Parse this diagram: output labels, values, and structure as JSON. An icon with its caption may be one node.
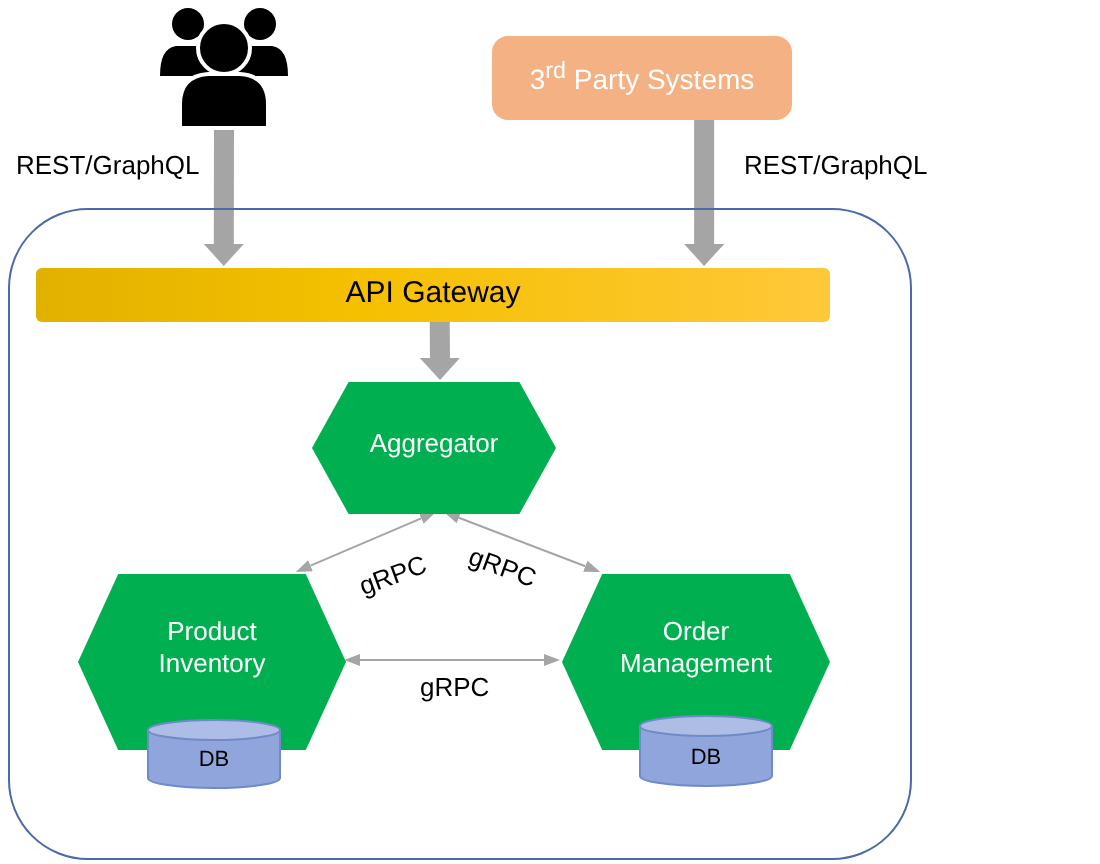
{
  "diagram": {
    "nodes": [
      {
        "text": [],
        "shape": "person"
      },
      {
        "text": [
          "3$^{rd}$ Party Systems"
        ]
      },
      {
        "text": [],
        "shape": "box"
      },
      {
        "text": [
          "API Gateway"
        ],
        "in": 2
      },
      {
        "text": [
          "Aggregator"
        ],
        "in": 2
      },
      {
        "text": [
          "Product Inventory"
        ],
        "in": 2
      },
      {
        "text": [
          "Order Management"
        ],
        "in": 2
      },
      {
        "text": [
          "DB"
        ],
        "in": 2
      },
      {
        "text": [
          "DB"
        ],
        "in": 2
      }
    ],
    "edges": [
      {
        "from": 0,
        "to": 3,
        "arrow": "to",
        "label": "REST/GraphQL",
        "style": "thick"
      },
      {
        "from": 1,
        "to": 3,
        "arrow": "to",
        "label": "REST/GraphQL",
        "style": "thick"
      },
      {
        "from": 3,
        "to": 4,
        "arrow": "to",
        "style": "thick"
      },
      {
        "from": 4,
        "to": 5,
        "arrow": "both",
        "label": "gRPC"
      },
      {
        "from": 4,
        "to": 6,
        "arrow": "both",
        "label": "gRPC"
      },
      {
        "from": 5,
        "to": 6,
        "arrow": "both",
        "label": "gRPC"
      }
    ]
  }
}
